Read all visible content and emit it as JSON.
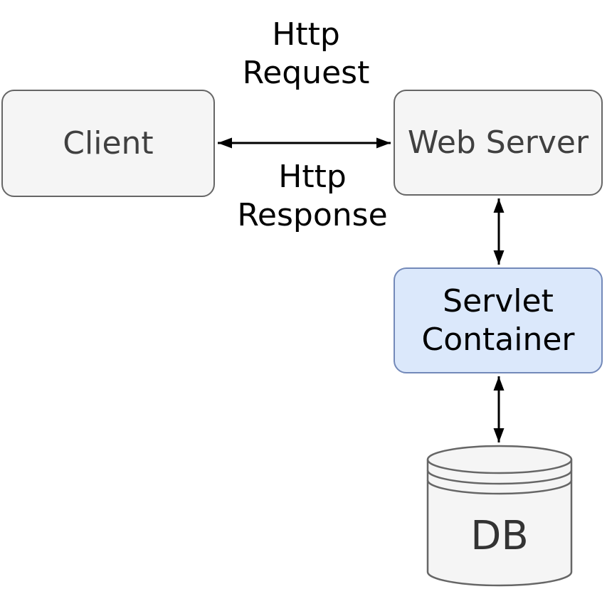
{
  "diagram": {
    "type": "architecture-flow",
    "nodes": {
      "client": {
        "label": "Client",
        "shape": "rounded-rectangle",
        "fill": "#f5f5f5",
        "border": "#666666"
      },
      "web_server": {
        "label": "Web Server",
        "shape": "rounded-rectangle",
        "fill": "#f5f5f5",
        "border": "#666666"
      },
      "servlet_container": {
        "label": "Servlet Container",
        "shape": "rounded-rectangle",
        "fill": "#dbe8fb",
        "border": "#7389b9"
      },
      "db": {
        "label": "DB",
        "shape": "database-cylinder",
        "fill": "#f5f5f5",
        "border": "#666666"
      }
    },
    "edges": [
      {
        "from": "client",
        "to": "web_server",
        "direction": "bidirectional",
        "labels": {
          "above": "Http Request",
          "below": "Http Response"
        }
      },
      {
        "from": "web_server",
        "to": "servlet_container",
        "direction": "bidirectional"
      },
      {
        "from": "servlet_container",
        "to": "db",
        "direction": "bidirectional"
      }
    ],
    "colors": {
      "background": "#ffffff",
      "arrow": "#000000",
      "gray_node_text": "#404040",
      "blue_node_text": "#000000",
      "edge_label_text": "#000000",
      "db_text": "#333333"
    }
  }
}
